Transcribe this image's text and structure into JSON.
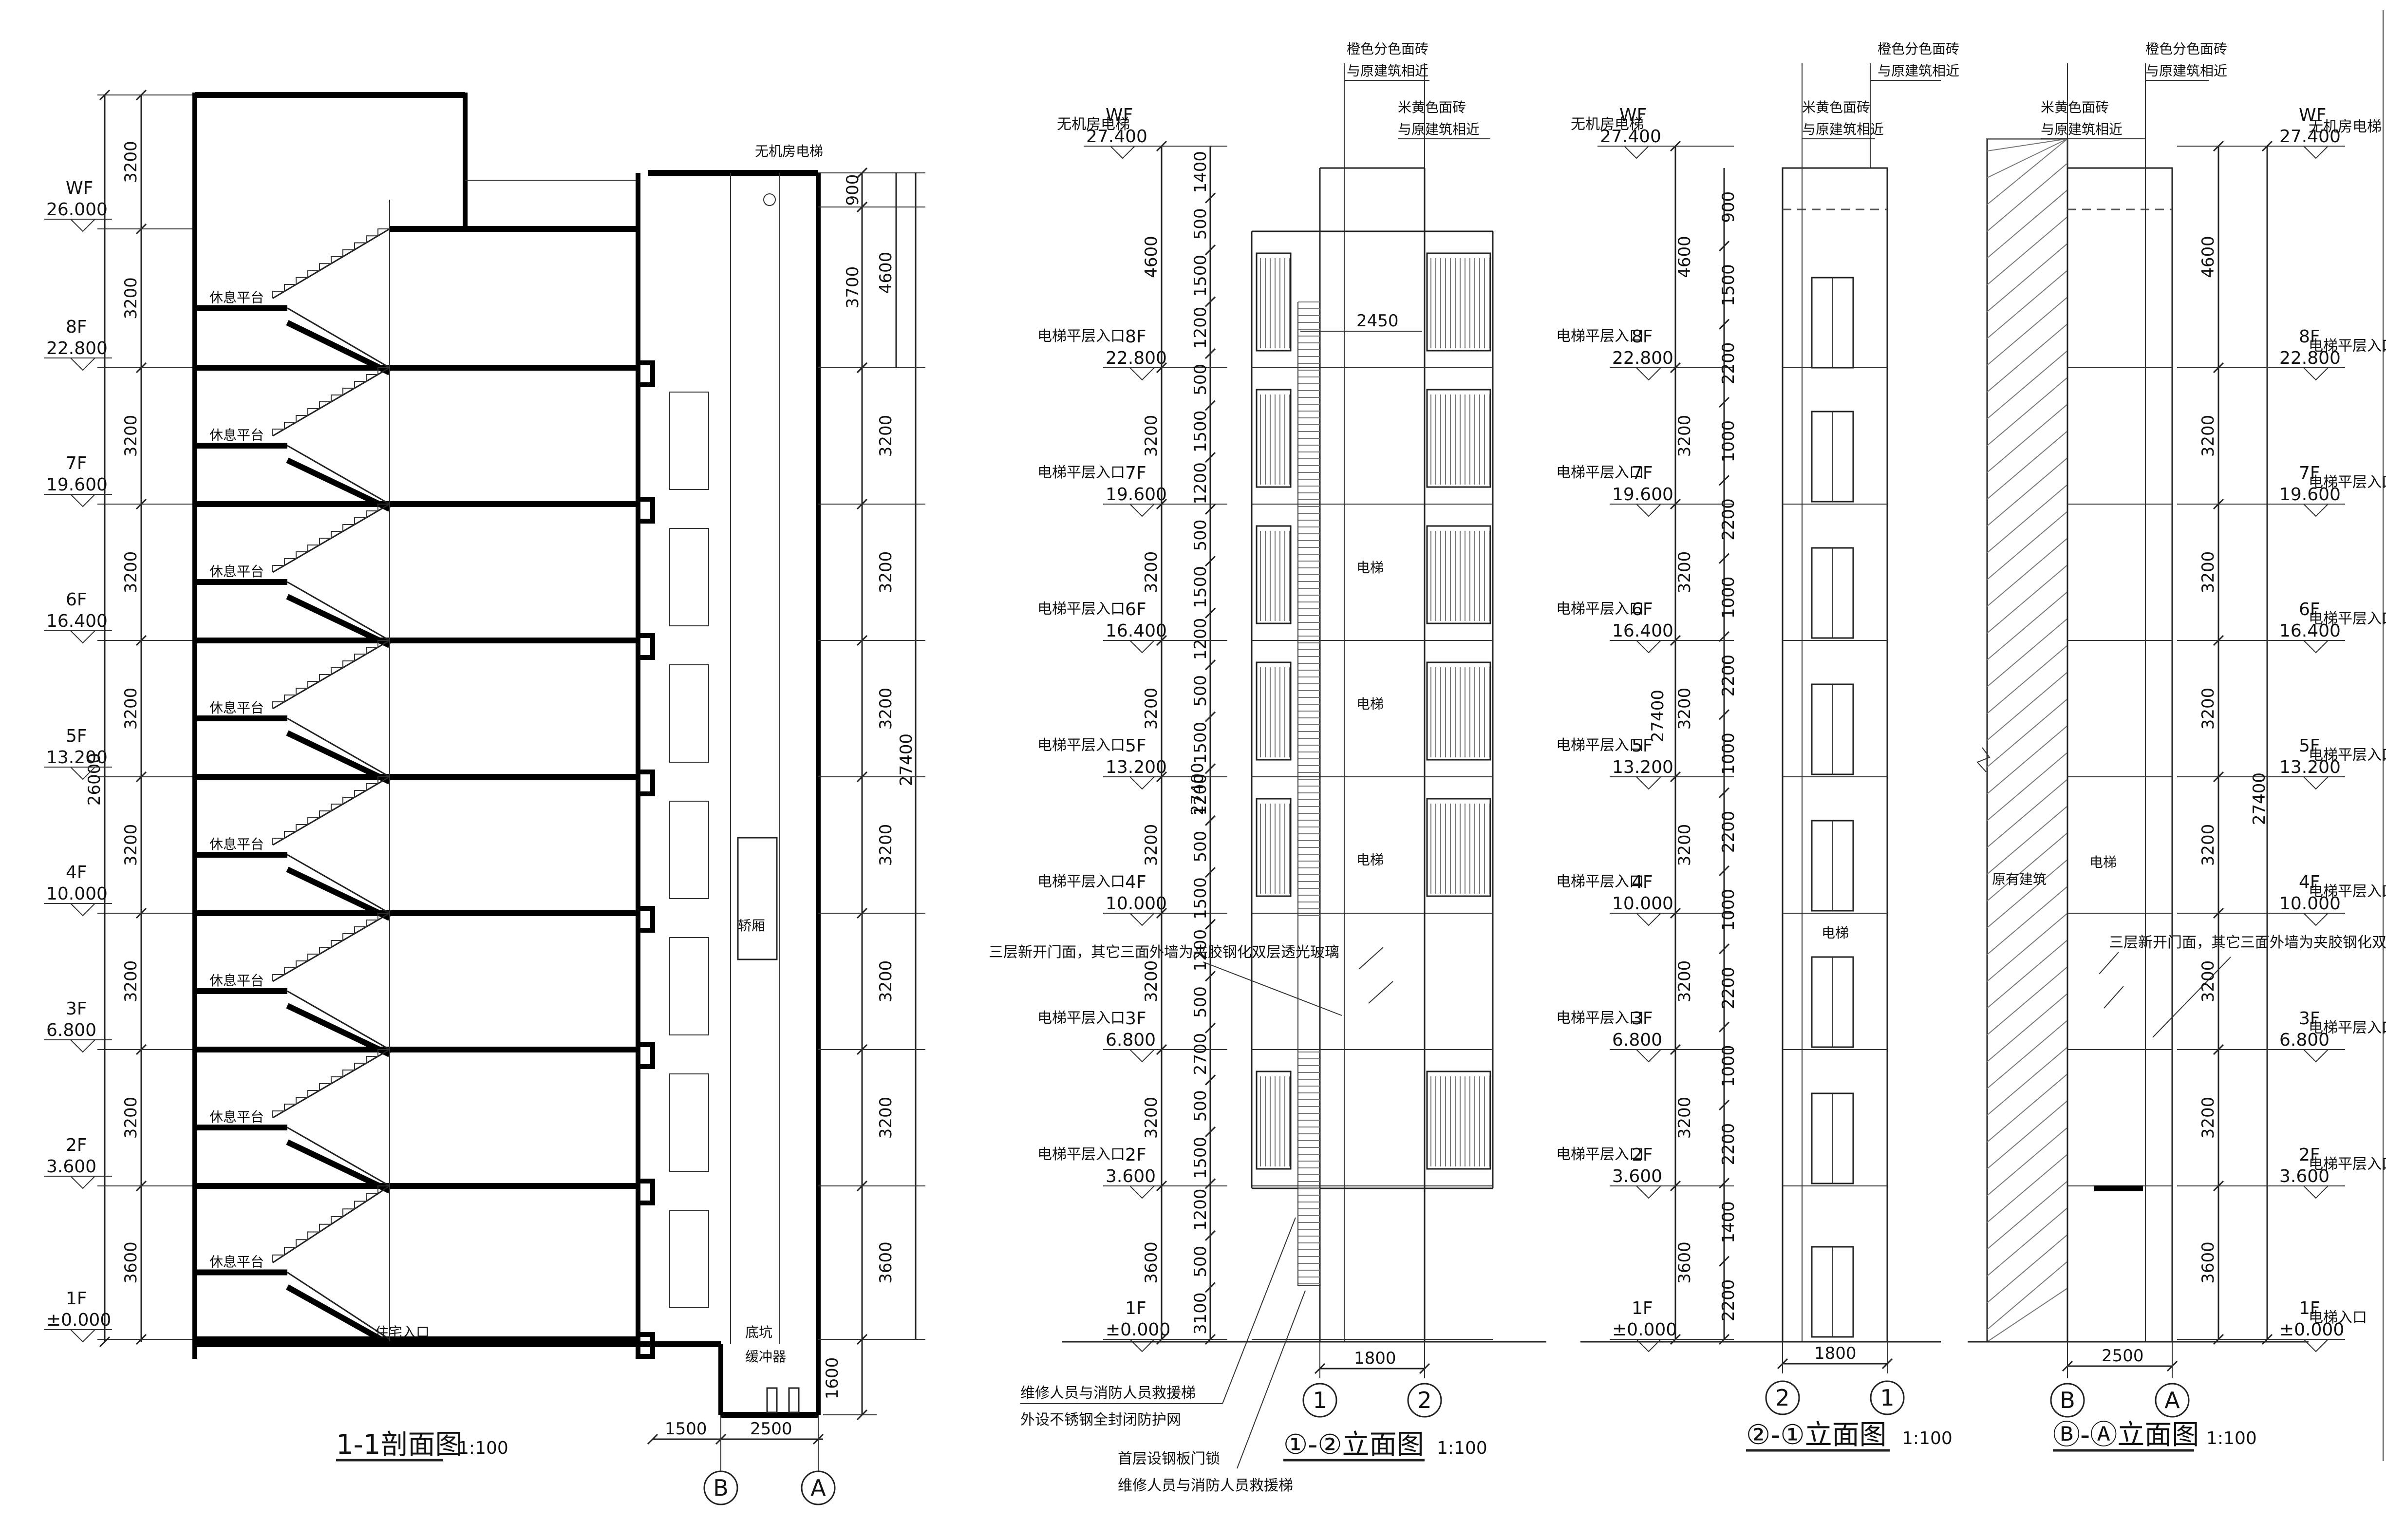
{
  "levels": [
    {
      "name": "WF",
      "elev": "27.400"
    },
    {
      "name": "8F",
      "elev": "22.800"
    },
    {
      "name": "7F",
      "elev": "19.600"
    },
    {
      "name": "6F",
      "elev": "16.400"
    },
    {
      "name": "5F",
      "elev": "13.200"
    },
    {
      "name": "4F",
      "elev": "10.000"
    },
    {
      "name": "3F",
      "elev": "6.800"
    },
    {
      "name": "2F",
      "elev": "3.600"
    },
    {
      "name": "1F",
      "elev": "±0.000"
    }
  ],
  "section": {
    "title": "1-1剖面图",
    "scale": "1:100",
    "roof_level": {
      "name": "WF",
      "elev": "26.000"
    },
    "storey_dims": [
      "3200",
      "3200",
      "3200",
      "3200",
      "3200",
      "3200",
      "3200",
      "3200",
      "3600"
    ],
    "total_dim": "26000",
    "landing_label": "休息平台",
    "entrance_label": "住宅入口",
    "car_label": "轿厢",
    "pit_labels": [
      "底坑",
      "缓冲器"
    ],
    "mrl_label": "无机房电梯",
    "right_dims": [
      "900",
      "3700",
      "4600",
      "3200",
      "3200",
      "3200",
      "3200",
      "3200",
      "3200",
      "3600"
    ],
    "total_right": "27400",
    "pit_depth": "1600",
    "bottom_dims": [
      "1500",
      "2500"
    ],
    "axes": [
      "B",
      "A"
    ]
  },
  "elev12": {
    "title": "①-②立面图",
    "scale": "1:100",
    "axes": [
      "1",
      "2"
    ],
    "width_dim": "1800",
    "top_width": "2450",
    "top_notes": [
      "橙色分色面砖",
      "与原建筑相近",
      "米黄色面砖",
      "与原建筑相近"
    ],
    "outer_dims": [
      "4600",
      "3200",
      "3200",
      "3200",
      "3200",
      "3200",
      "3200",
      "3600"
    ],
    "inner_dims": [
      "1400",
      "500",
      "1500",
      "1200",
      "500",
      "1500",
      "1200",
      "500",
      "1500",
      "1200",
      "500",
      "1500",
      "1200",
      "500",
      "1500",
      "1200",
      "500",
      "2700",
      "500",
      "1500",
      "1200",
      "500",
      "3100"
    ],
    "elevator": "电梯",
    "entry": "电梯平层入口",
    "mrl": "无机房电梯",
    "glass_note": "三层新开门面，其它三面外墙为夹胶钢化双层透光玻璃",
    "ladder_notes": [
      "维修人员与消防人员救援梯",
      "外设不锈钢全封闭防护网",
      "首层设钢板门锁",
      "维修人员与消防人员救援梯"
    ]
  },
  "elev21": {
    "title": "②-①立面图",
    "scale": "1:100",
    "axes": [
      "2",
      "1"
    ],
    "width_dim": "1800",
    "top_notes": [
      "橙色分色面砖",
      "与原建筑相近",
      "米黄色面砖",
      "与原建筑相近"
    ],
    "outer_dims": [
      "4600",
      "3200",
      "3200",
      "3200",
      "3200",
      "3200",
      "3200",
      "3600"
    ],
    "inner_dims": [
      "900",
      "1500",
      "2200",
      "1000",
      "2200",
      "1000",
      "2200",
      "1000",
      "2200",
      "1000",
      "2200",
      "1000",
      "2200",
      "1400",
      "2200"
    ],
    "elevator": "电梯",
    "entry": "电梯平层入口",
    "mrl": "无机房电梯"
  },
  "elevBA": {
    "title": "Ⓑ-Ⓐ立面图",
    "scale": "1:100",
    "axes": [
      "B",
      "A"
    ],
    "width_dim": "2500",
    "top_notes": [
      "米黄色面砖",
      "与原建筑相近",
      "橙色分色面砖",
      "与原建筑相近"
    ],
    "outer_dims": [
      "4600",
      "3200",
      "3200",
      "3200",
      "3200",
      "3200",
      "3200",
      "3600"
    ],
    "total_dim": "27400",
    "elevator": "电梯",
    "existing": "原有建筑",
    "entry": "电梯平层入口",
    "bottom_entry": "电梯入口",
    "mrl": "无机房电梯",
    "glass_note": "三层新开门面，其它三面外墙为夹胶钢化双层透光玻璃"
  }
}
